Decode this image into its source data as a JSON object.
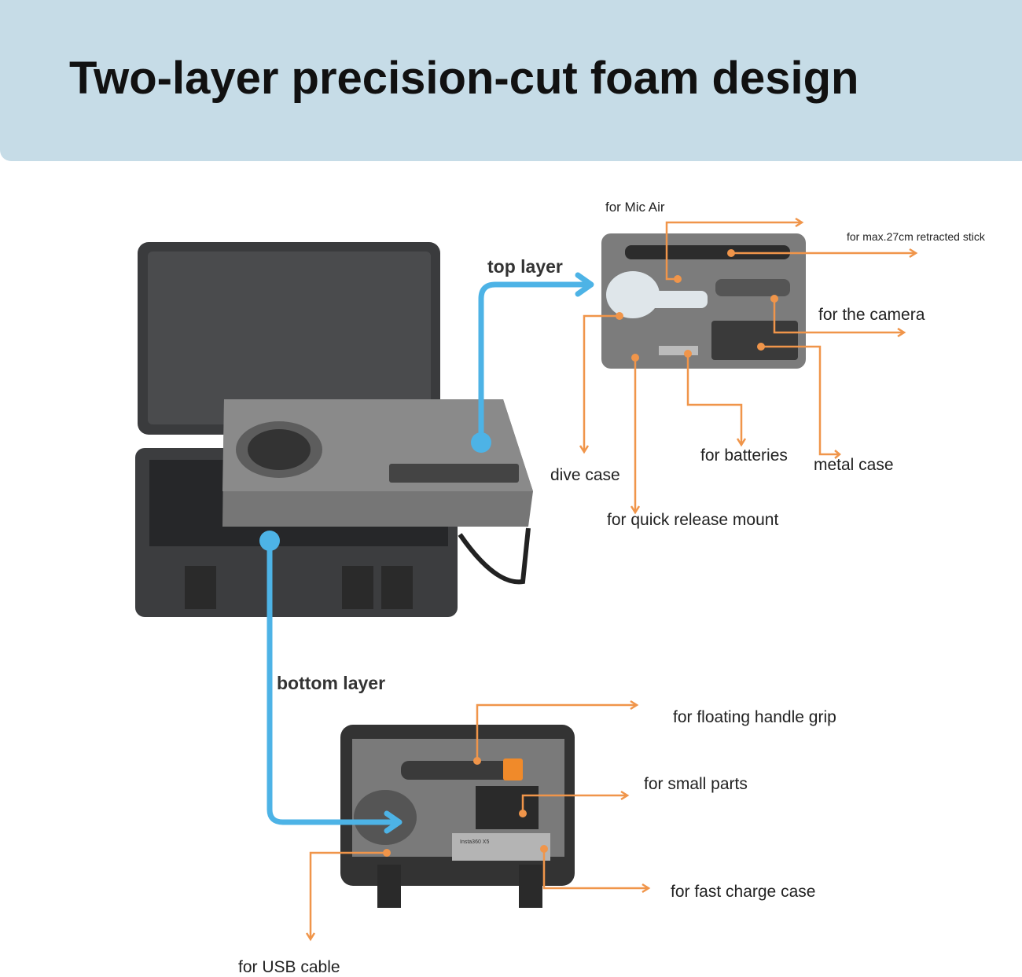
{
  "title": "Two-layer precision-cut foam design",
  "colors": {
    "header_bg": "#c6dce7",
    "blue_arrow": "#4db3e6",
    "orange_arrow": "#f0954a"
  },
  "layers": {
    "top": "top layer",
    "bottom": "bottom layer"
  },
  "top_labels": {
    "mic_air": "for Mic Air",
    "stick": "for max.27cm retracted stick",
    "camera": "for the camera",
    "dive_case": "dive case",
    "batteries": "for batteries",
    "metal_case": "metal case",
    "quick_release": "for quick release mount"
  },
  "bottom_labels": {
    "handle_grip": "for floating handle grip",
    "small_parts": "for small parts",
    "fast_charge": "for fast charge case",
    "usb_cable": "for USB cable"
  },
  "product_box_text": "Insta360 X5"
}
